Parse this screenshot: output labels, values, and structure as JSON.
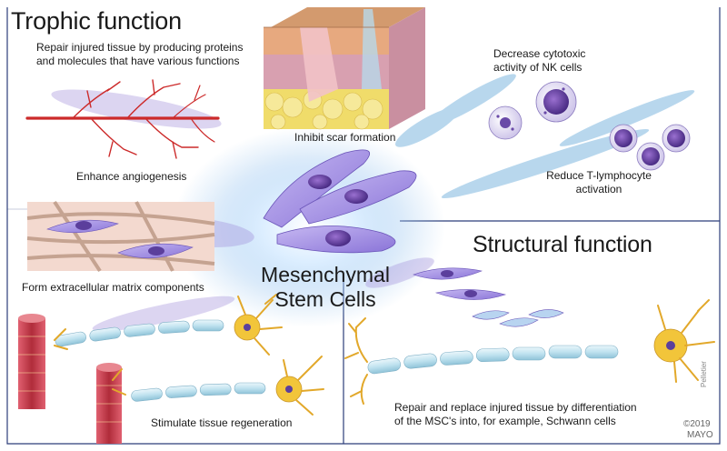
{
  "sections": {
    "trophic": {
      "title": "Trophic function",
      "description_line1": "Repair injured tissue by producing proteins",
      "description_line2": "and molecules that have various functions"
    },
    "structural": {
      "title": "Structural function",
      "description_line1": "Repair and replace injured tissue by differentiation",
      "description_line2": "of the MSC's into, for example, Schwann cells"
    }
  },
  "center": {
    "line1": "Mesenchymal",
    "line2": "Stem Cells"
  },
  "labels": {
    "scar": "Inhibit scar formation",
    "nk_line1": "Decrease cytotoxic",
    "nk_line2": "activity of NK cells",
    "tcell_line1": "Reduce T-lymphocyte",
    "tcell_line2": "activation",
    "angiogenesis": "Enhance angiogenesis",
    "ecm": "Form extracellular matrix components",
    "regeneration": "Stimulate tissue regeneration"
  },
  "credits": {
    "year": "©2019",
    "org": "MAYO",
    "signature": "Pelletier"
  },
  "colors": {
    "stem_cell": "#9a88e0",
    "nucleus": "#5b3f9c",
    "blood_vessel": "#cc2a2a",
    "neuron": "#f2c53a",
    "myelin": "#bfe2ef",
    "muscle": "#c8434c",
    "secretion": "#7fb8e0",
    "skin_dermis": "#d8a0b0",
    "fat": "#f0dc6a"
  },
  "icons": {
    "scar": "skin-cross-section-icon",
    "vessel": "blood-vessel-icon",
    "neuron": "neuron-icon",
    "nk": "nk-cell-icon",
    "tcell": "t-lymphocyte-icon",
    "stem": "stem-cell-icon",
    "muscle": "muscle-fiber-icon",
    "schwann": "schwann-cell-icon"
  }
}
